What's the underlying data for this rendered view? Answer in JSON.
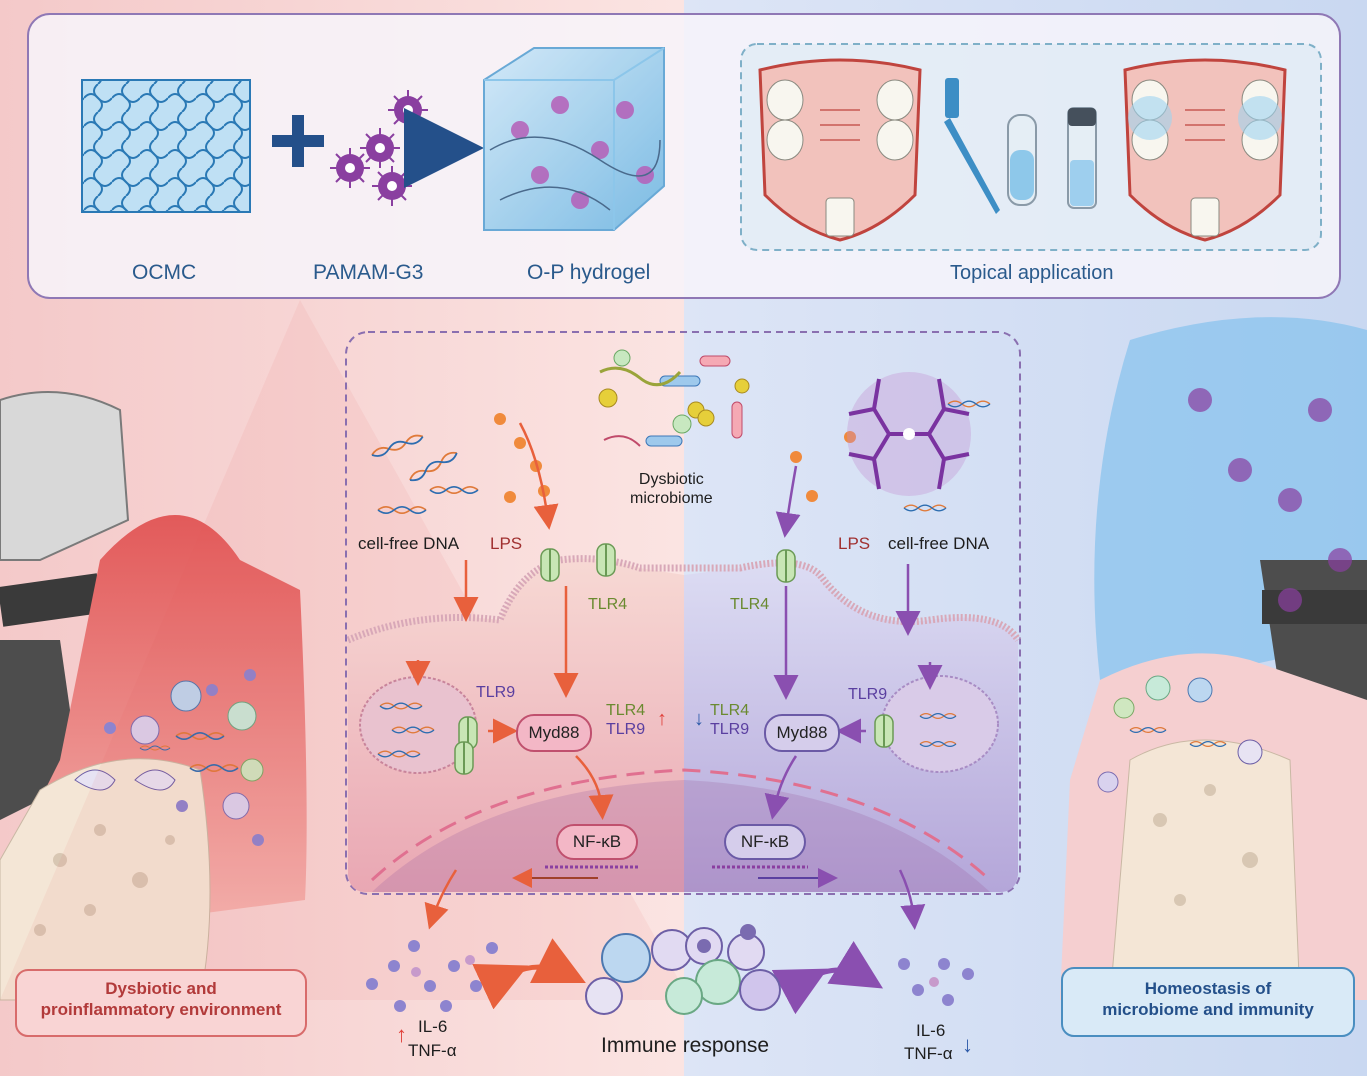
{
  "top": {
    "ocmc": "OCMC",
    "pamam": "PAMAM-G3",
    "hydrogel": "O-P hydrogel",
    "topical": "Topical application"
  },
  "center": {
    "microbiome_line1": "Dysbiotic",
    "microbiome_line2": "microbiome",
    "cfdna": "cell-free DNA",
    "lps": "LPS",
    "tlr4": "TLR4",
    "tlr9": "TLR9",
    "myd88": "Myd88",
    "nfkb": "NF-κB"
  },
  "bottom": {
    "il6": "IL-6",
    "tnf": "TNF-α",
    "immune": "Immune response"
  },
  "boxes": {
    "left_line1": "Dysbiotic and",
    "left_line2": "proinflammatory environment",
    "right_line1": "Homeostasis of",
    "right_line2": "microbiome and immunity"
  },
  "colors": {
    "left_background": "#f4c9c9",
    "right_background": "#c9d8f1",
    "upregulation": "#e0403a",
    "downregulation": "#2d5aa8",
    "label_blue": "#2a5a8c"
  },
  "icons": [
    "up-arrow-icon",
    "down-arrow-icon"
  ]
}
